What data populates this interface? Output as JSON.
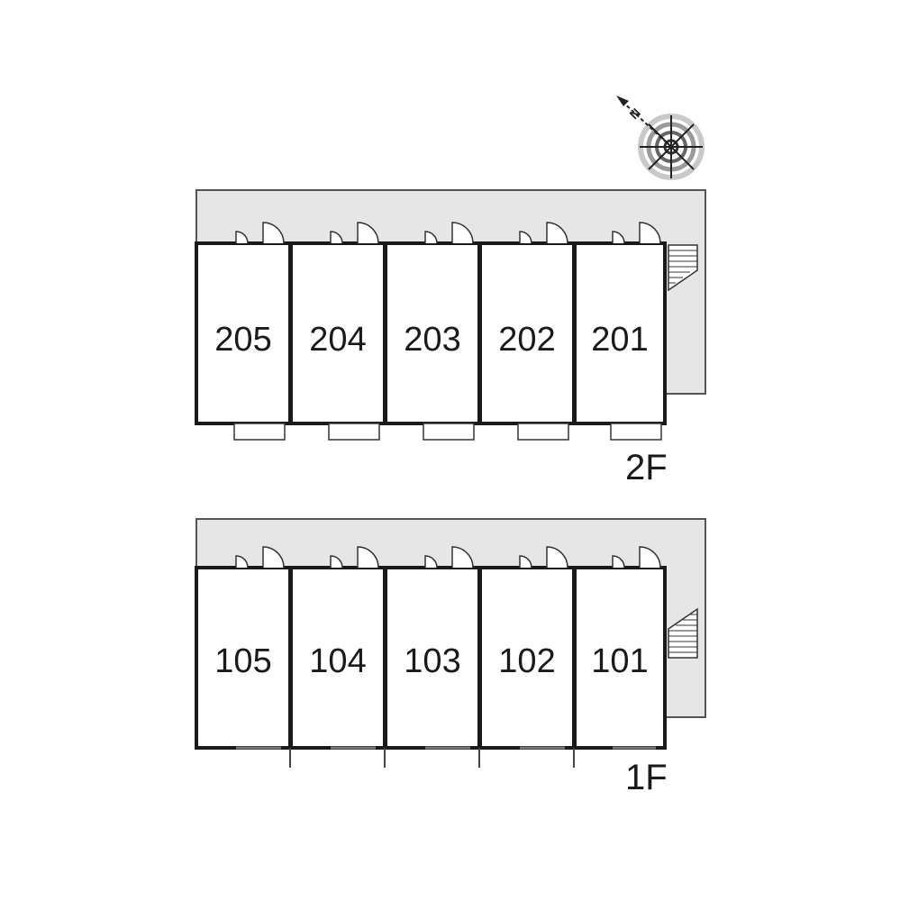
{
  "compass": {
    "north_label": "N",
    "icon": "compass-rose-icon"
  },
  "floors": [
    {
      "id": "2f",
      "label": "2F",
      "units": [
        "205",
        "204",
        "203",
        "202",
        "201"
      ]
    },
    {
      "id": "1f",
      "label": "1F",
      "units": [
        "105",
        "104",
        "103",
        "102",
        "101"
      ]
    }
  ],
  "colors": {
    "corridor": "#e6e6e6",
    "wall": "#1a1a1a",
    "line": "#555555"
  }
}
